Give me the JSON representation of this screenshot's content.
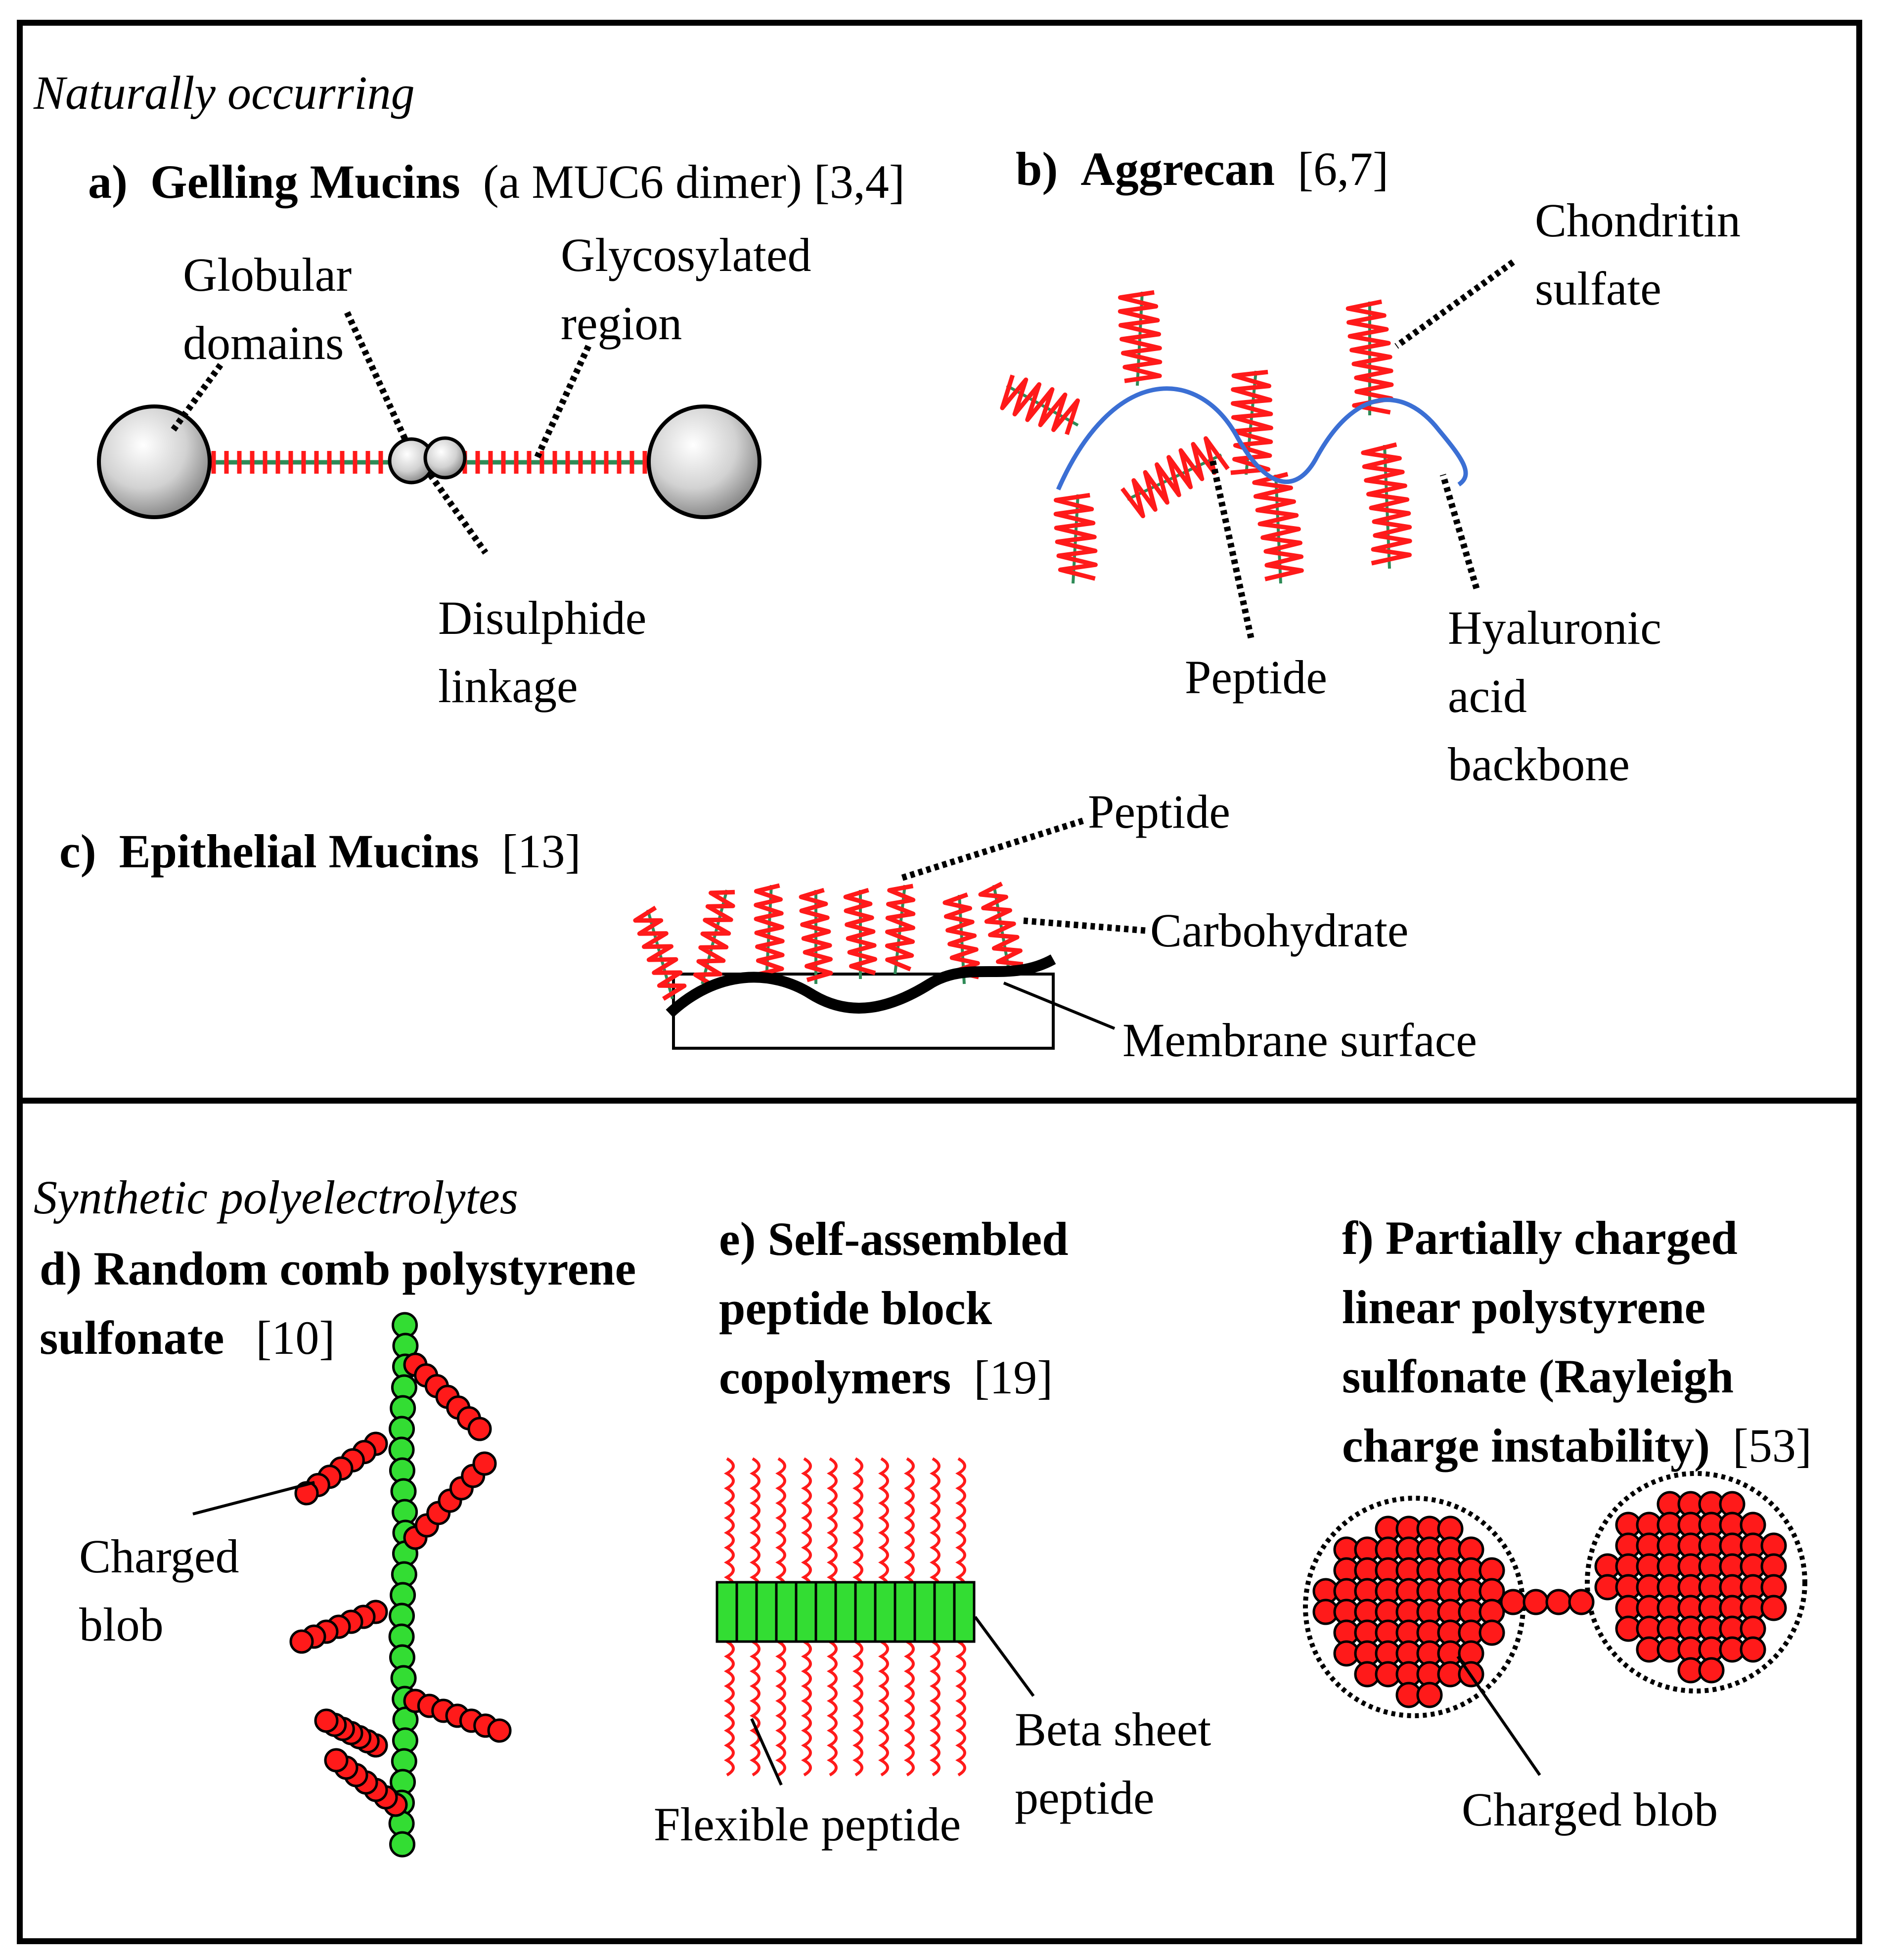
{
  "panels": {
    "natural": {
      "section_label": "Naturally occurring",
      "a": {
        "letter": "a)",
        "title": "Gelling Mucins",
        "subtitle": "(a MUC6 dimer) [3,4]",
        "labels": {
          "globular_1": "Globular",
          "globular_2": "domains",
          "glyco_1": "Glycosylated",
          "glyco_2": "region",
          "disulphide_1": "Disulphide",
          "disulphide_2": "linkage"
        }
      },
      "b": {
        "letter": "b)",
        "title": "Aggrecan",
        "ref": "[6,7]",
        "labels": {
          "chondritin_1": "Chondritin",
          "chondritin_2": "sulfate",
          "peptide": "Peptide",
          "hyaluronic_1": "Hyaluronic",
          "hyaluronic_2": "acid",
          "hyaluronic_3": "backbone"
        }
      },
      "c": {
        "letter": "c)",
        "title": "Epithelial Mucins",
        "ref": "[13]",
        "labels": {
          "peptide": "Peptide",
          "carbohydrate": "Carbohydrate",
          "membrane": "Membrane surface"
        }
      }
    },
    "synthetic": {
      "section_label": "Synthetic polyelectrolytes",
      "d": {
        "title_line1": "d) Random comb polystyrene",
        "title_line2": "sulfonate",
        "ref": "[10]",
        "labels": {
          "blob_1": "Charged",
          "blob_2": "blob"
        }
      },
      "e": {
        "title_line1": "e) Self-assembled",
        "title_line2": "peptide block",
        "title_line3": "copolymers",
        "ref": "[19]",
        "labels": {
          "beta_1": "Beta   sheet",
          "beta_2": "peptide",
          "flexible": "Flexible peptide"
        }
      },
      "f": {
        "title_line1": "f) Partially charged",
        "title_line2": "linear polystyrene",
        "title_line3": "sulfonate (Rayleigh",
        "title_line4": "charge instability)",
        "ref": "[53]",
        "labels": {
          "blob": "Charged blob"
        }
      }
    }
  },
  "colors": {
    "frame": "#000000",
    "carbohydrate_red": "#ff1a1a",
    "peptide_green": "#2e8b57",
    "backbone_blue": "#3b6fd4",
    "bright_green": "#33dd33",
    "bead_fill": "#e8e8e8"
  }
}
